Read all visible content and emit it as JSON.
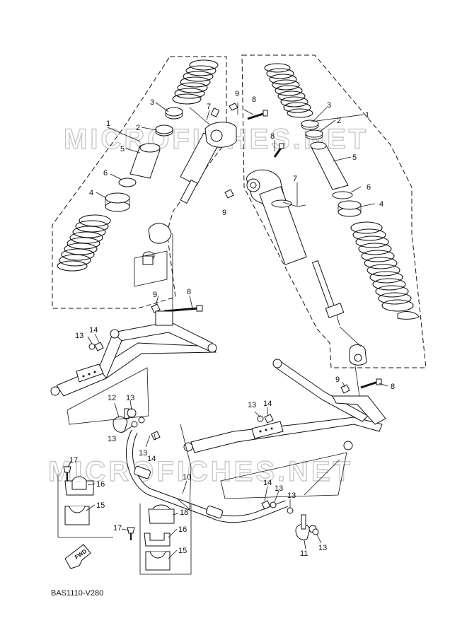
{
  "diagram": {
    "code": "BAS1110-V280",
    "fwd": "FWD",
    "watermark": "MICROFICHES.NET",
    "callouts": {
      "l1": "1",
      "l2": "2",
      "l3": "3",
      "l4": "4",
      "l5": "5",
      "l6": "6",
      "l7": "7",
      "l8": "8",
      "l9": "9",
      "r1": "1",
      "r2": "2",
      "r3": "3",
      "r4": "4",
      "r5": "5",
      "r6": "6",
      "r7": "7",
      "r8": "8",
      "r9": "9",
      "lo8": "8",
      "lo9": "9",
      "ro8": "8",
      "ro9": "9",
      "a13": "13",
      "a14": "14",
      "b12": "12",
      "b13": "13",
      "b13b": "13",
      "b13c": "13",
      "b14": "14",
      "c13": "13",
      "c14": "14",
      "d14": "14",
      "d13": "13",
      "d13b": "13",
      "d11": "11",
      "d13c": "13",
      "e10": "10",
      "f17": "17",
      "f16": "16",
      "f15": "15",
      "g17": "17",
      "g18": "18",
      "g16": "16",
      "g15": "15"
    }
  }
}
